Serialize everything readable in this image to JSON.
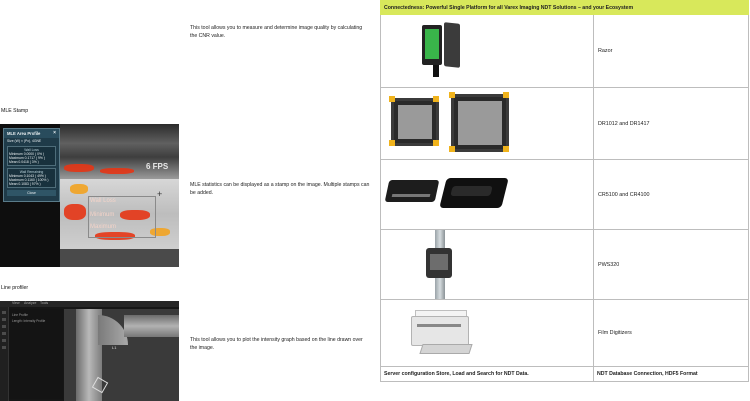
{
  "sections": [
    {
      "id": "cnr",
      "label": "",
      "description": "This tool allows you to measure and determine image quality by calculating the CNR value."
    },
    {
      "id": "mle",
      "label": "MLE Stamp",
      "description": "MLE statistics can be displayed as a stamp on the image. Multiple stamps can be added."
    },
    {
      "id": "line",
      "label": "Line profiler",
      "description": "This tool allows you to plot the intensity graph based on the line drawn over the image."
    }
  ],
  "mle_stamp": {
    "title": "MLE Area Profile",
    "close": "×",
    "size": "Size (W) × (Px), 4GNE",
    "wall_loss_title": "Wall Loss",
    "wall_loss": [
      "Minimum  0.0000 ( 0% )",
      "Maximum  0.1717 ( 9% )",
      "Mean       0.0418 ( 3% )"
    ],
    "wall_remaining_title": "Wall Remaining",
    "wall_remaining": [
      "Minimum  0.1043 ( 49% )",
      "Maximum  0.1160 ( 100% )",
      "Mean       0.1083 ( 97% )"
    ],
    "button": "Close",
    "overlay": [
      "Wall Loss",
      "Minimum",
      "Maximum"
    ],
    "fps": "6 FPS",
    "crosshair": "+"
  },
  "line_profiler": {
    "top_items": [
      "View",
      "Analyze",
      "Tools"
    ],
    "panel_lines": [
      "Line Profile",
      "Length: Intensity Profile"
    ],
    "marker": "L1"
  },
  "table": {
    "header": "Connectedness: Powerful Single Platform for all Varex Imaging NDT Solutions – and your Ecosystem",
    "rows": [
      {
        "name": "Razor",
        "image": "razor-detector"
      },
      {
        "name": "DR1012 and DR1417",
        "image": "flat-panel-detectors"
      },
      {
        "name": "CR5100 and CR4100",
        "image": "cr-scanners"
      },
      {
        "name": "PWS320",
        "image": "pipeline-workstation"
      },
      {
        "name": "Film Digitizers",
        "image": "film-digitizer"
      }
    ],
    "footer_left": "Server configuration Store, Load and Search for NDT Data.",
    "footer_right": "NDT Database Connection, HDF5 Format"
  },
  "colors": {
    "header_bg": "#d8e85b",
    "stamp_bg": "#1f3b49",
    "heat": "#e53515",
    "device_accent": "#f0b31c",
    "razor_screen": "#39b54a"
  }
}
